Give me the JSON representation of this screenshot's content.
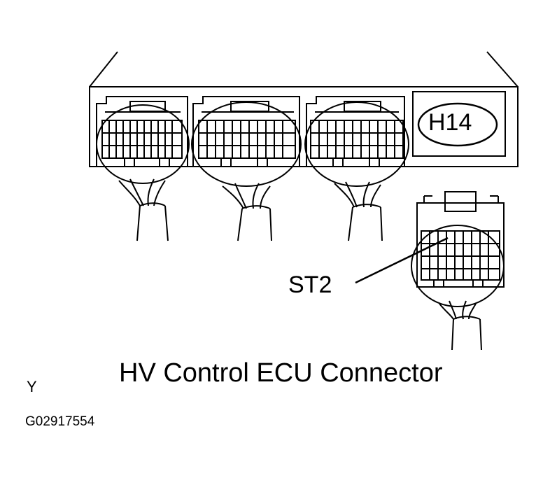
{
  "caption": "HV Control ECU Connector",
  "connector_code": "H14",
  "pin_label": "ST2",
  "view_letter": "Y",
  "figure_id": "G02917554",
  "colors": {
    "line": "#000000",
    "background": "#ffffff"
  }
}
